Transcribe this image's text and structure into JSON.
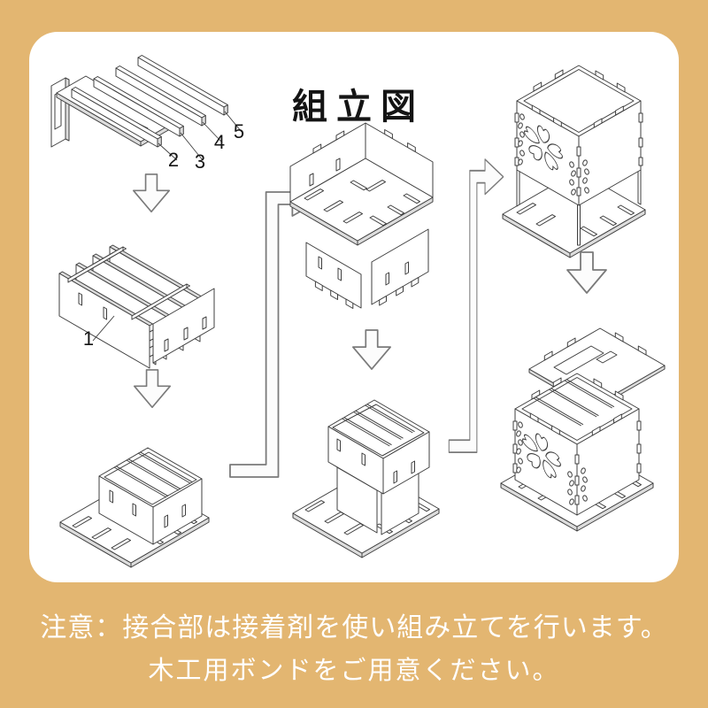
{
  "title": "組立図",
  "caution": {
    "line1": "注意：接合部は接着剤を使い組み立てを行います。",
    "line2": "木工用ボンドをご用意ください。"
  },
  "part_numbers": {
    "n1": "1",
    "n2": "2",
    "n3": "3",
    "n4": "4",
    "n5": "5"
  },
  "colors": {
    "frame_background": "#e3b671",
    "panel_background": "#ffffff",
    "line_art": "#3f3f3f",
    "title_text": "#141414",
    "caution_text": "#ffffff"
  }
}
